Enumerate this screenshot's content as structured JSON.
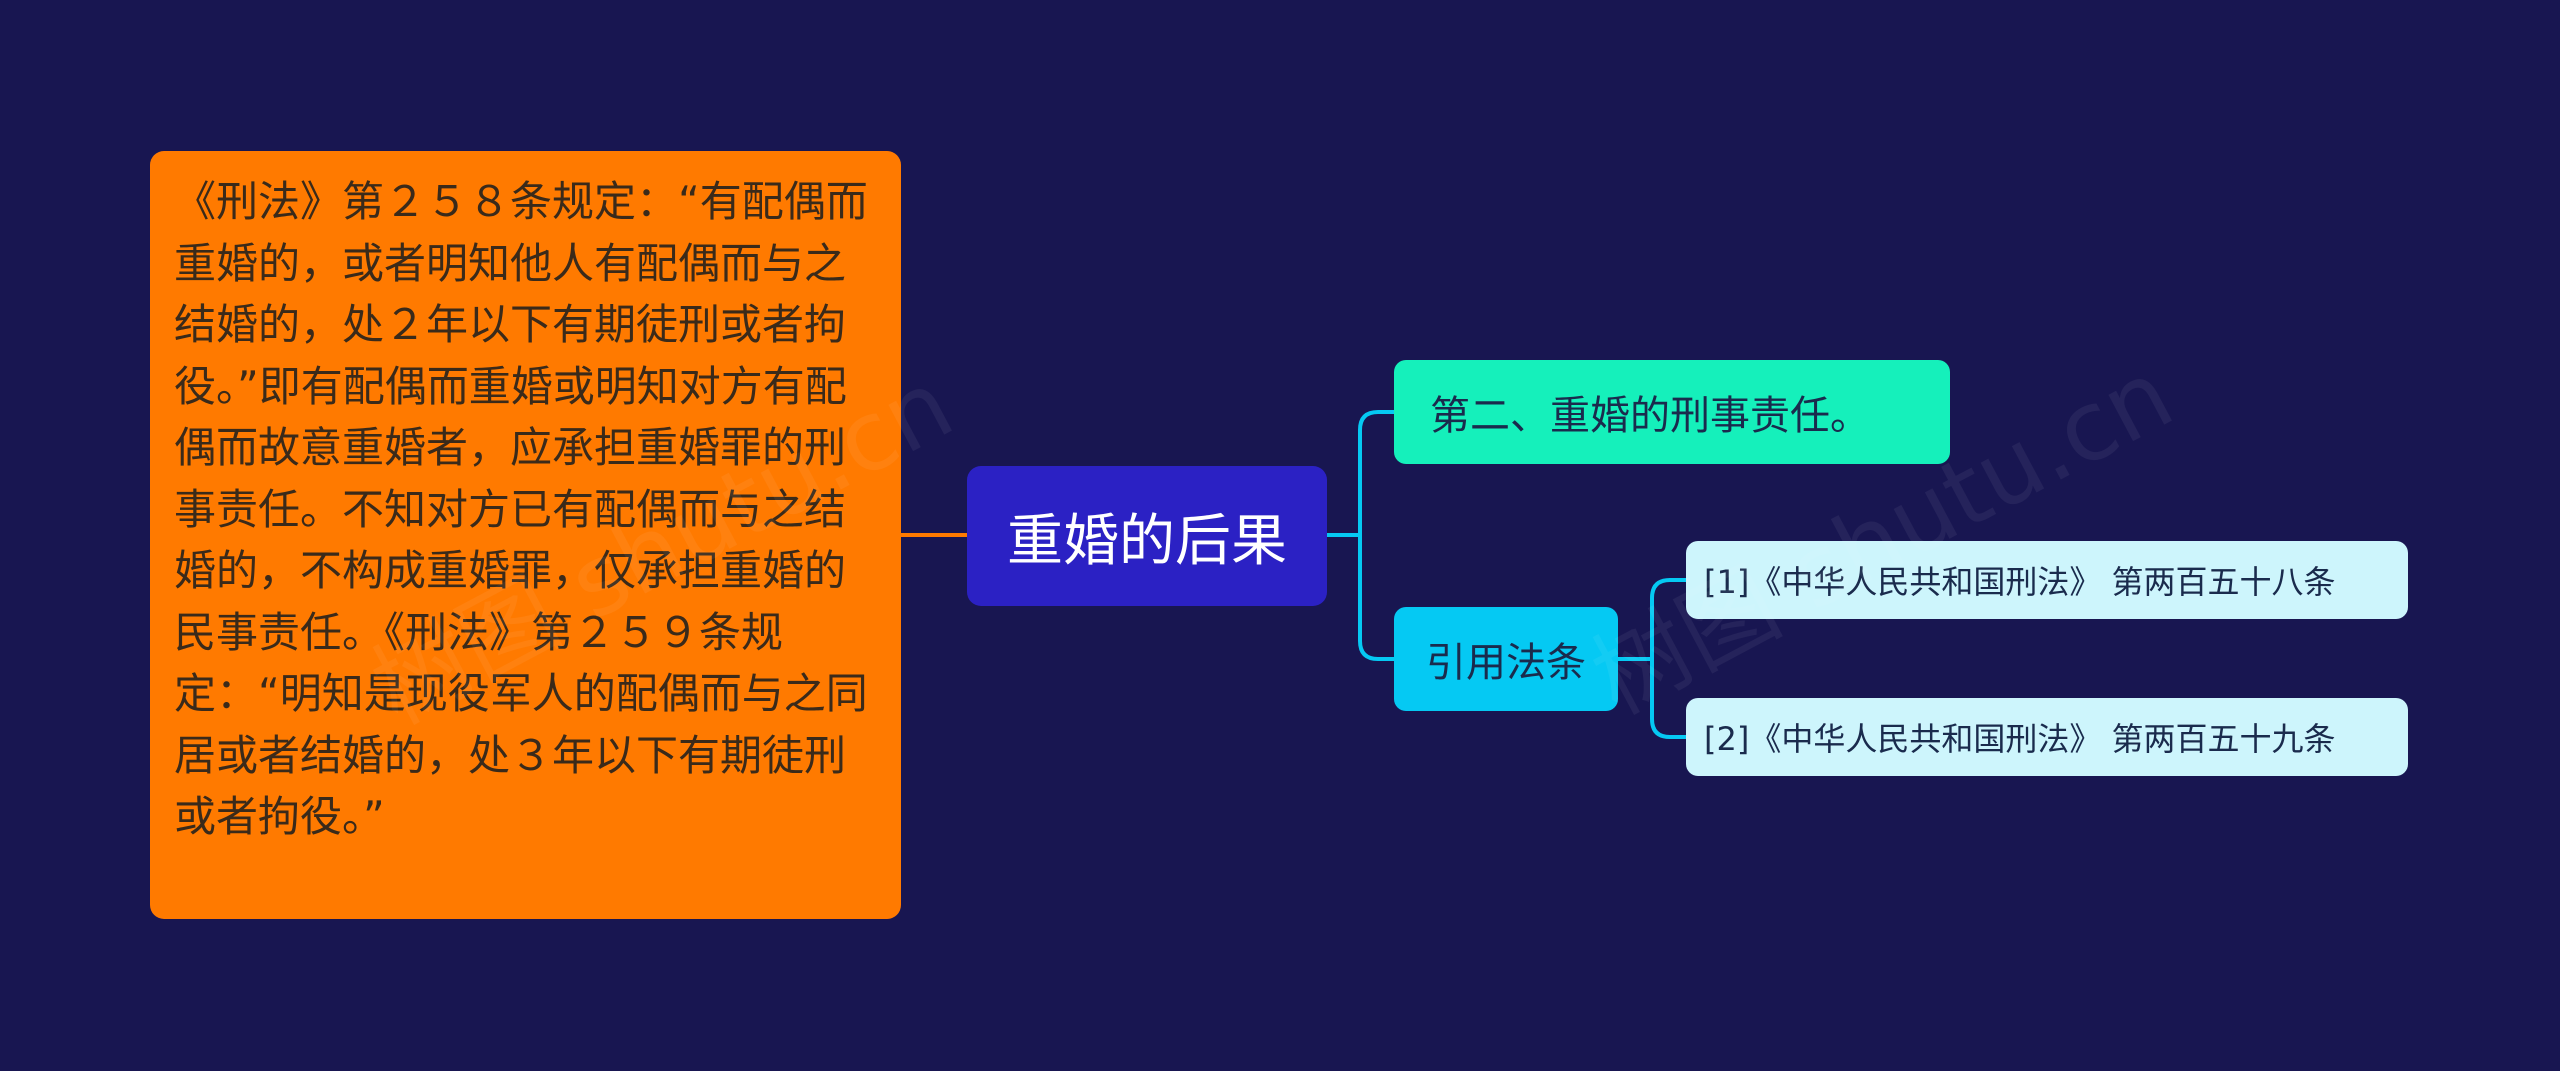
{
  "colors": {
    "background": "#181651",
    "left_node": "#ff7a00",
    "root_node": "#2b21c4",
    "branch_1": "#15f0bb",
    "branch_2": "#05c9f3",
    "leaf": "#cdf5fc",
    "connector_left": "#ff7a00",
    "connector_right": "#05c9f3"
  },
  "root": {
    "label": "重婚的后果"
  },
  "left_node": {
    "text": "《刑法》第２５８条规定：“有配偶而重婚的，或者明知他人有配偶而与之结婚的，处２年以下有期徒刑或者拘役。”即有配偶而重婚或明知对方有配偶而故意重婚者，应承担重婚罪的刑事责任。不知对方已有配偶而与之结婚的，不构成重婚罪，仅承担重婚的民事责任。《刑法》第２５９条规定：“明知是现役军人的配偶而与之同居或者结婚的，处３年以下有期徒刑或者拘役。”"
  },
  "branches": [
    {
      "label": "第二、重婚的刑事责任。"
    },
    {
      "label": "引用法条"
    }
  ],
  "leaves": [
    {
      "label": "[1]《中华人民共和国刑法》 第两百五十八条"
    },
    {
      "label": "[2]《中华人民共和国刑法》 第两百五十九条"
    }
  ],
  "watermarks": [
    {
      "text": "树图 shutu.cn"
    },
    {
      "text": "树图 shutu.cn"
    }
  ]
}
